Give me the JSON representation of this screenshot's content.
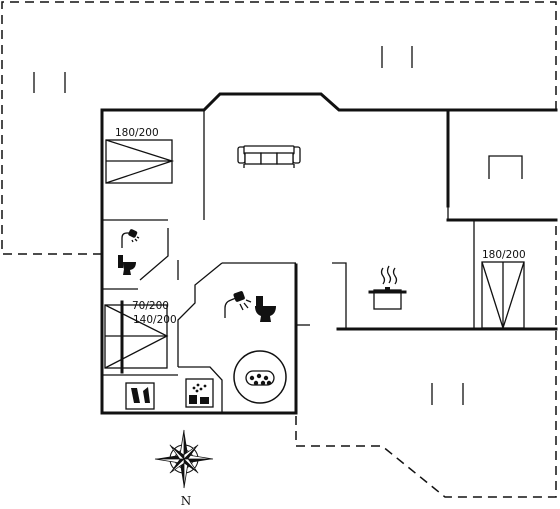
{
  "floorplan": {
    "beds": {
      "top_left": "180/200",
      "right": "180/200",
      "left_single": "70/200",
      "left_double": "140/200"
    },
    "compass": {
      "north": "N"
    },
    "icons": [
      "sofa-icon",
      "fireplace-icon",
      "shower-icon",
      "toilet-icon",
      "cooking-pot-icon",
      "whirlpool-icon",
      "washing-machine-icon",
      "sauna-icon"
    ]
  }
}
